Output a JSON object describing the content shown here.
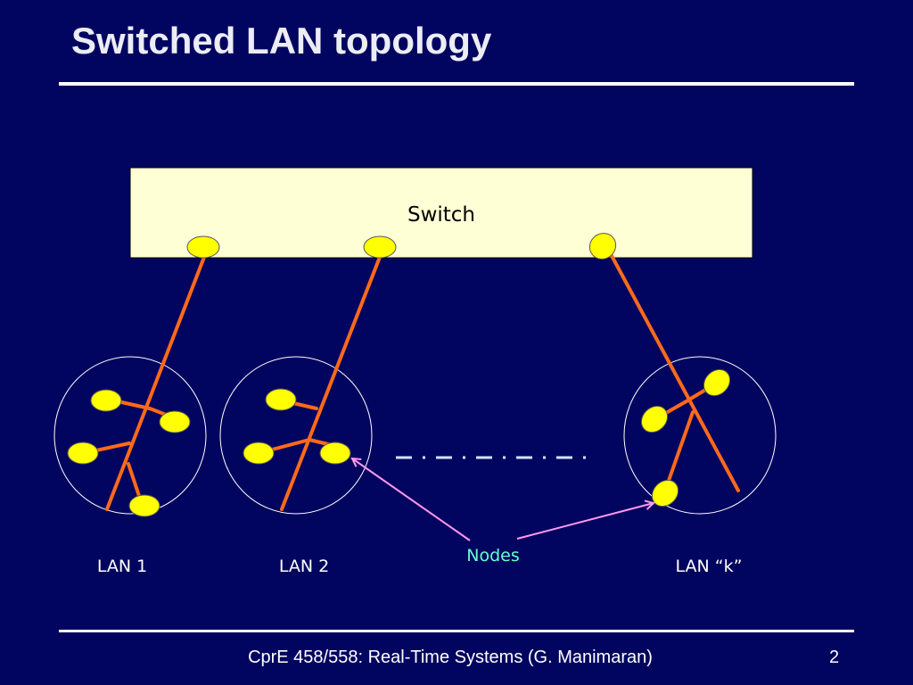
{
  "slide": {
    "title": "Switched LAN topology",
    "footer": "CprE 458/558: Real-Time Systems (G. Manimaran)",
    "page_number": "2"
  },
  "diagram": {
    "switch_label": "Switch",
    "lan_labels": [
      "LAN 1",
      "LAN 2",
      "LAN “k”"
    ],
    "callout_label": "Nodes"
  },
  "colors": {
    "background": "#02055f",
    "switch_fill": "#ffffd6",
    "link": "#ff6a1a",
    "node": "#ffff00",
    "callout_arrow": "#ff99ee",
    "callout_text": "#66ffcc",
    "dash": "#cce6ff"
  }
}
